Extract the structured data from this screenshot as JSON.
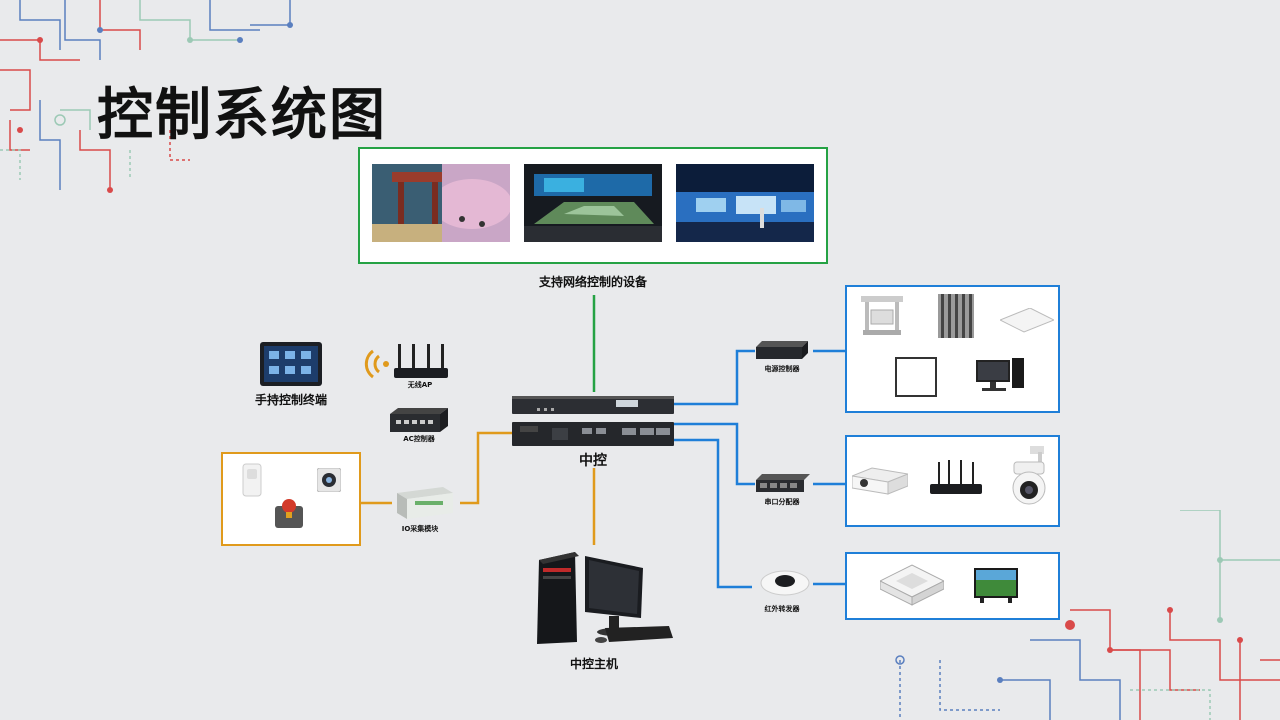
{
  "title": "控制系统图",
  "top_group": {
    "label": "支持网络控制的设备"
  },
  "center": {
    "label": "中控"
  },
  "host": {
    "label": "中控主机"
  },
  "left": {
    "handheld": "手持控制终端",
    "wireless_ap": "无线AP",
    "ac_controller": "AC控制器",
    "io_module": "IO采集模块"
  },
  "right": {
    "power_controller": "电源控制器",
    "serial_splitter": "串口分配器",
    "ir_transmitter": "红外转发器"
  },
  "colors": {
    "green": "#25a244",
    "blue": "#1f7fd8",
    "orange": "#e09a1c",
    "bg": "#e9eaec"
  }
}
